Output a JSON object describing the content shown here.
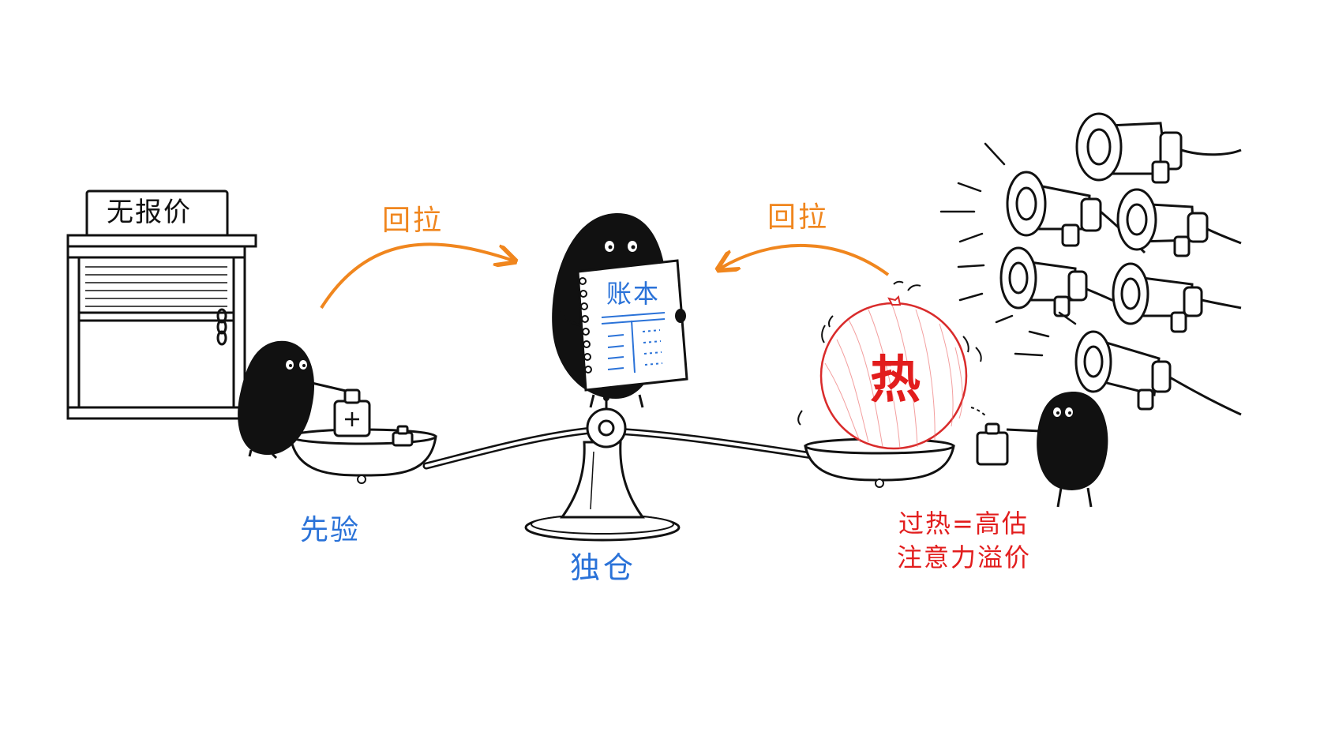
{
  "labels": {
    "sign": "无报价",
    "pull_left": "回拉",
    "pull_right": "回拉",
    "ledger": "账本",
    "heat": "热",
    "prior": "先验",
    "solo": "独仓",
    "overheat_line1": "过热=高估",
    "overheat_line2": "注意力溢价"
  },
  "colors": {
    "ink": "#111111",
    "blue": "#2a72d8",
    "orange": "#f0861e",
    "red": "#e21d1d"
  },
  "icons": [
    "shutter-shop-icon",
    "chain-lock-icon",
    "weight-icon",
    "megaphone-icon",
    "balloon-icon",
    "ledger-book-icon",
    "scale-icon",
    "curved-arrow-icon"
  ]
}
